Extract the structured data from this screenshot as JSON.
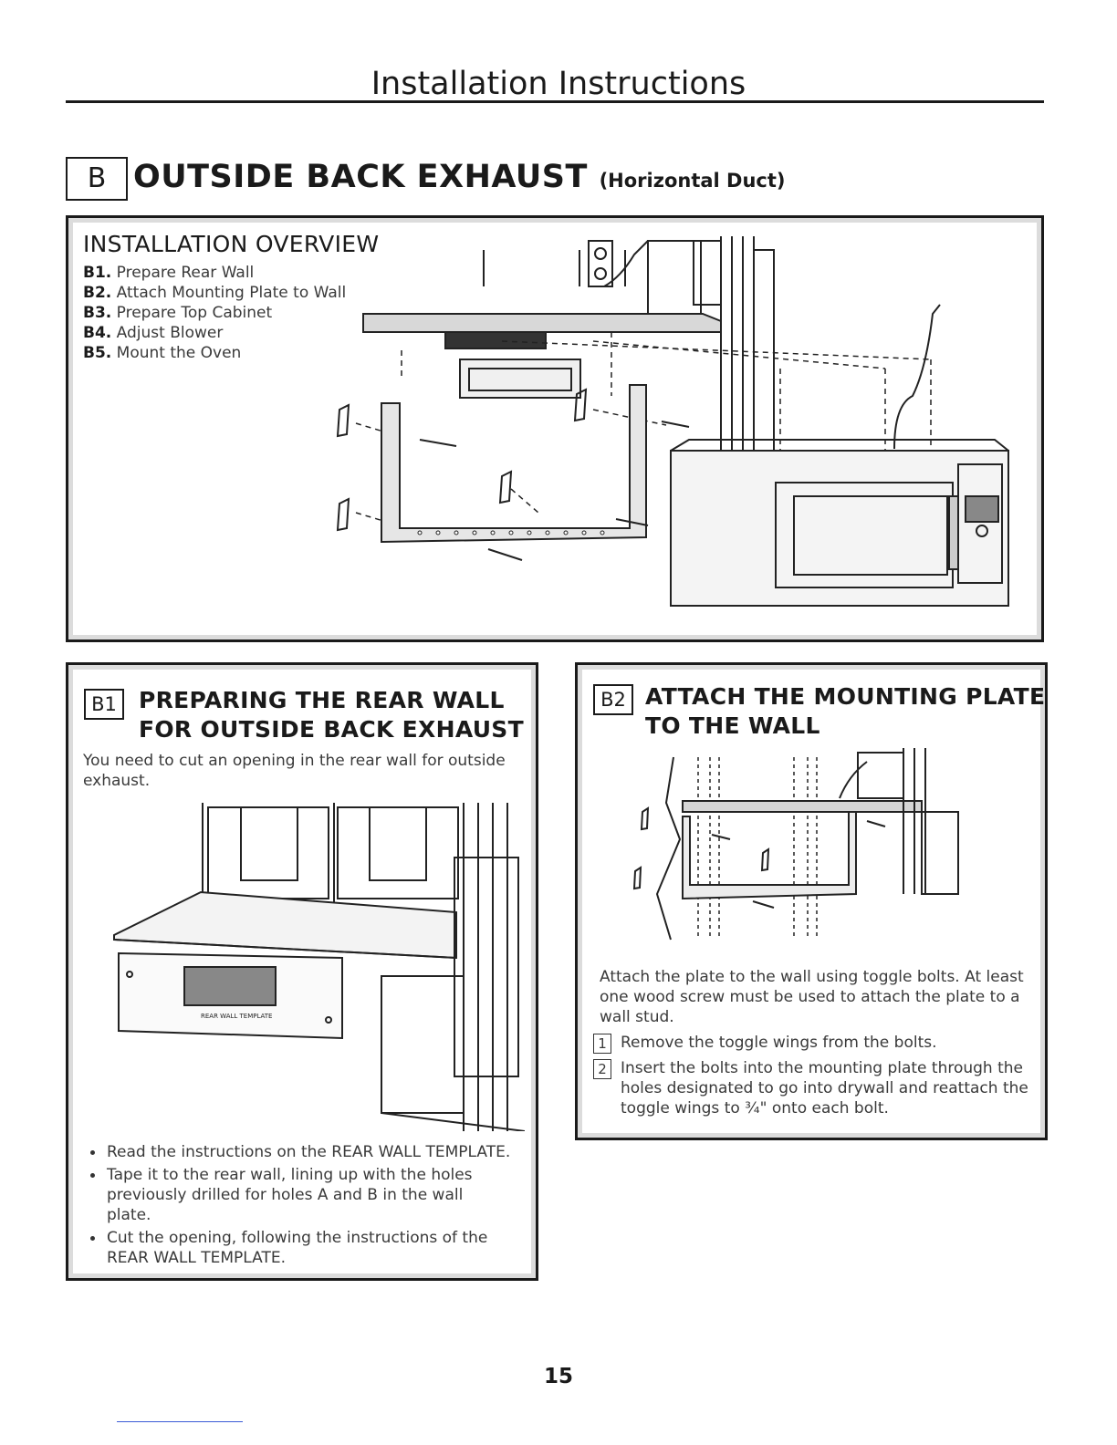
{
  "header": {
    "title": "Installation Instructions"
  },
  "section": {
    "tag": "B",
    "title": "OUTSIDE BACK EXHAUST",
    "subtitle": "(Horizontal Duct)"
  },
  "overview": {
    "title": "INSTALLATION OVERVIEW",
    "steps": [
      {
        "num": "B1.",
        "text": "Prepare Rear Wall"
      },
      {
        "num": "B2.",
        "text": "Attach Mounting Plate to Wall"
      },
      {
        "num": "B3.",
        "text": "Prepare Top Cabinet"
      },
      {
        "num": "B4.",
        "text": "Adjust Blower"
      },
      {
        "num": "B5.",
        "text": "Mount the Oven"
      }
    ]
  },
  "b1": {
    "tag": "B1",
    "title_line1": "PREPARING THE REAR WALL",
    "title_line2": "FOR OUTSIDE BACK EXHAUST",
    "intro": "You need to cut an opening in the rear wall for outside exhaust.",
    "template_label": "REAR WALL TEMPLATE",
    "bullets": [
      "Read the instructions on the REAR WALL TEMPLATE.",
      "Tape it to the rear wall, lining up with the holes previously drilled for holes A and B in the wall plate.",
      "Cut the opening, following the instructions of the REAR WALL TEMPLATE."
    ]
  },
  "b2": {
    "tag": "B2",
    "title_line1": "ATTACH THE MOUNTING PLATE",
    "title_line2": "TO THE WALL",
    "intro": "Attach the plate to the wall using toggle bolts. At least one wood screw must be used to attach the plate to a wall stud.",
    "steps": [
      {
        "num": "1",
        "text": "Remove the toggle wings from the bolts."
      },
      {
        "num": "2",
        "text": "Insert the bolts into the mounting plate through the holes designated to go into drywall and reattach the toggle wings to ¾\" onto each bolt."
      }
    ]
  },
  "footer": {
    "page_number": "15"
  }
}
